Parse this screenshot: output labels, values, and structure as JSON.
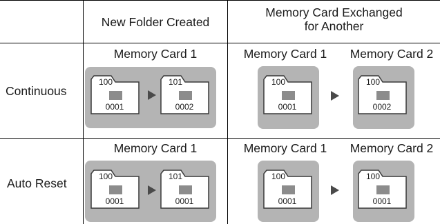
{
  "header": {
    "col1": "New Folder Created",
    "col2": "Memory Card Exchanged for Another",
    "col2_line1": "Memory Card Exchanged",
    "col2_line2": "for Another"
  },
  "rows": [
    {
      "label": "Continuous",
      "new_folder": {
        "card_label": "Memory Card 1",
        "cards": [
          {
            "folder": "100",
            "file": "0001"
          },
          {
            "folder": "101",
            "file": "0002"
          }
        ]
      },
      "exchanged": {
        "card1_label": "Memory Card 1",
        "card2_label": "Memory Card 2",
        "cards": [
          {
            "folder": "100",
            "file": "0001"
          },
          {
            "folder": "100",
            "file": "0002"
          }
        ]
      }
    },
    {
      "label": "Auto Reset",
      "new_folder": {
        "card_label": "Memory Card 1",
        "cards": [
          {
            "folder": "100",
            "file": "0001"
          },
          {
            "folder": "101",
            "file": "0001"
          }
        ]
      },
      "exchanged": {
        "card1_label": "Memory Card 1",
        "card2_label": "Memory Card 2",
        "cards": [
          {
            "folder": "100",
            "file": "0001"
          },
          {
            "folder": "100",
            "file": "0001"
          }
        ]
      }
    }
  ],
  "colors": {
    "panel": "#b4b4b4",
    "arrow": "#4a4a4a",
    "chip": "#8c8c8c"
  },
  "icons": {
    "card": "memory-card-icon",
    "arrow": "right-arrow-icon"
  }
}
